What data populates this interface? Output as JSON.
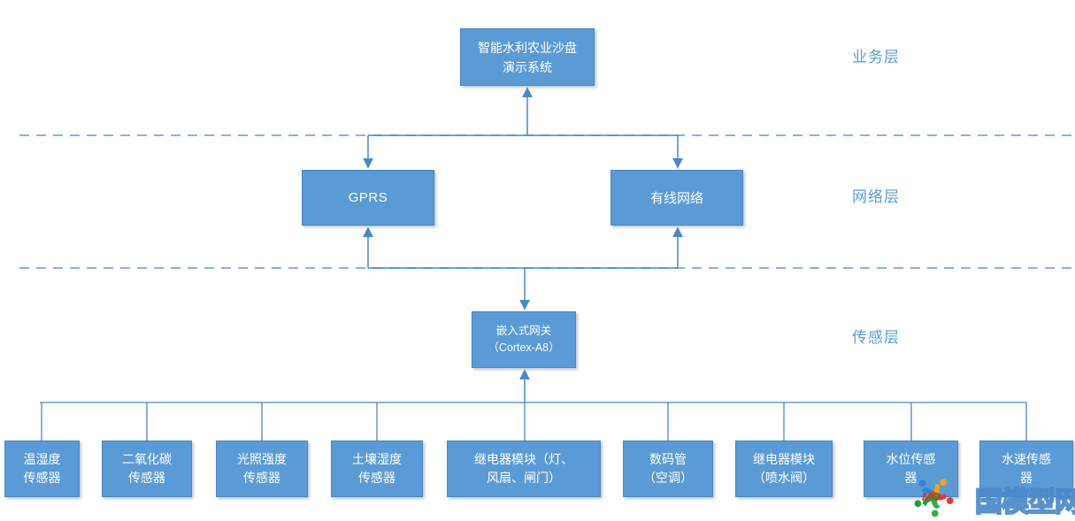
{
  "diagram": {
    "layers": [
      {
        "label": "业务层"
      },
      {
        "label": "网络层"
      },
      {
        "label": "传感层"
      }
    ],
    "nodes": {
      "business": {
        "lines": [
          "智能水利农业沙盘",
          "演示系统"
        ]
      },
      "gprs": {
        "label": "GPRS"
      },
      "wired": {
        "label": "有线网络"
      },
      "gateway": {
        "lines": [
          "嵌入式网关",
          "（Cortex-A8）"
        ]
      }
    },
    "sensors": [
      {
        "lines": [
          "温湿度",
          "传感器"
        ]
      },
      {
        "lines": [
          "二氧化碳",
          "传感器"
        ]
      },
      {
        "lines": [
          "光照强度",
          "传感器"
        ]
      },
      {
        "lines": [
          "土壤湿度",
          "传感器"
        ]
      },
      {
        "lines": [
          "继电器模块（灯、",
          "风扇、闸门）"
        ]
      },
      {
        "lines": [
          "数码管",
          "（空调）"
        ]
      },
      {
        "lines": [
          "继电器模块",
          "（喷水阀）"
        ]
      },
      {
        "lines": [
          "水位传感",
          "器"
        ]
      },
      {
        "lines": [
          "水速传感",
          "器"
        ]
      }
    ]
  },
  "watermark": {
    "logo_text": "MO",
    "site_text": "国模型网"
  },
  "colors": {
    "node_fill": "#5b9bd5",
    "node_border": "#4a86c0",
    "node_text": "#ffffff",
    "line": "#4a89c8",
    "dashed_line": "#74a9d8",
    "layer_label": "#5b9bd5",
    "watermark_outline": "#4a89c8"
  }
}
